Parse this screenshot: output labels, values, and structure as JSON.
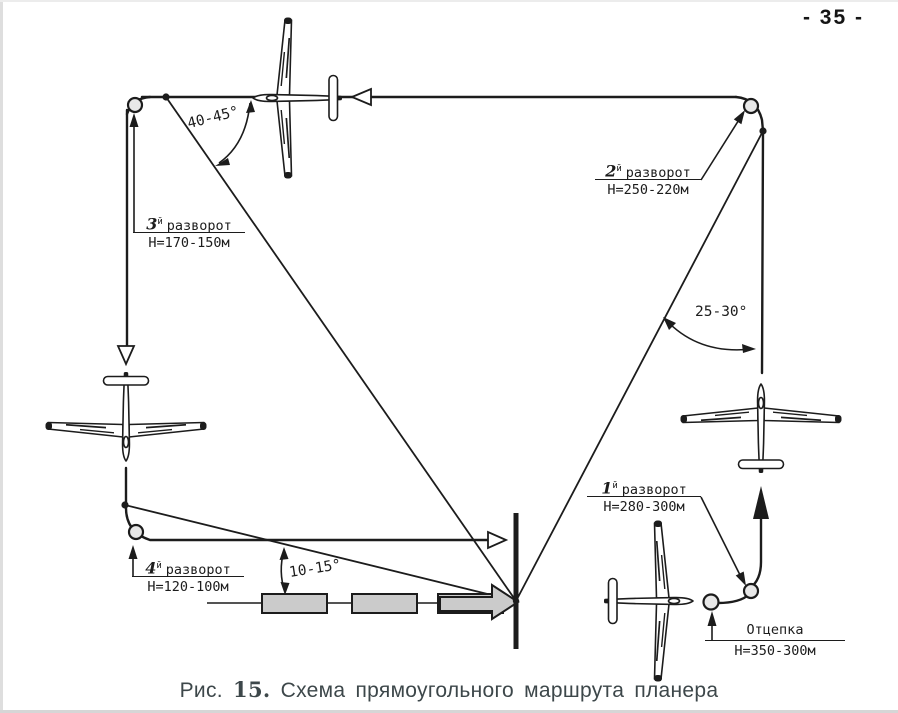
{
  "page": {
    "number": "- 35 -"
  },
  "caption": {
    "prefix": "Рис.",
    "figure_number": "15.",
    "title": "Схема прямоугольного маршрута планера"
  },
  "turns": {
    "turn1": {
      "number": "1",
      "suffix": "й",
      "word": "разворот",
      "altitude": "Н=280-300м"
    },
    "turn2": {
      "number": "2",
      "suffix": "й",
      "word": "разворот",
      "altitude": "Н=250-220м"
    },
    "turn3": {
      "number": "3",
      "suffix": "й",
      "word": "разворот",
      "altitude": "Н=170-150м"
    },
    "turn4": {
      "number": "4",
      "suffix": "й",
      "word": "разворот",
      "altitude": "Н=120-100м"
    }
  },
  "release": {
    "label": "Отцепка",
    "altitude": "Н=350-300м"
  },
  "angles": {
    "top_left": "40-45°",
    "right": "25-30°",
    "final": "10-15°"
  },
  "colors": {
    "ink": "#1c1c1c",
    "runway_fill": "#cbcbcb",
    "marker_fill": "#e8e8e8",
    "caption_ink": "#3d474a"
  }
}
